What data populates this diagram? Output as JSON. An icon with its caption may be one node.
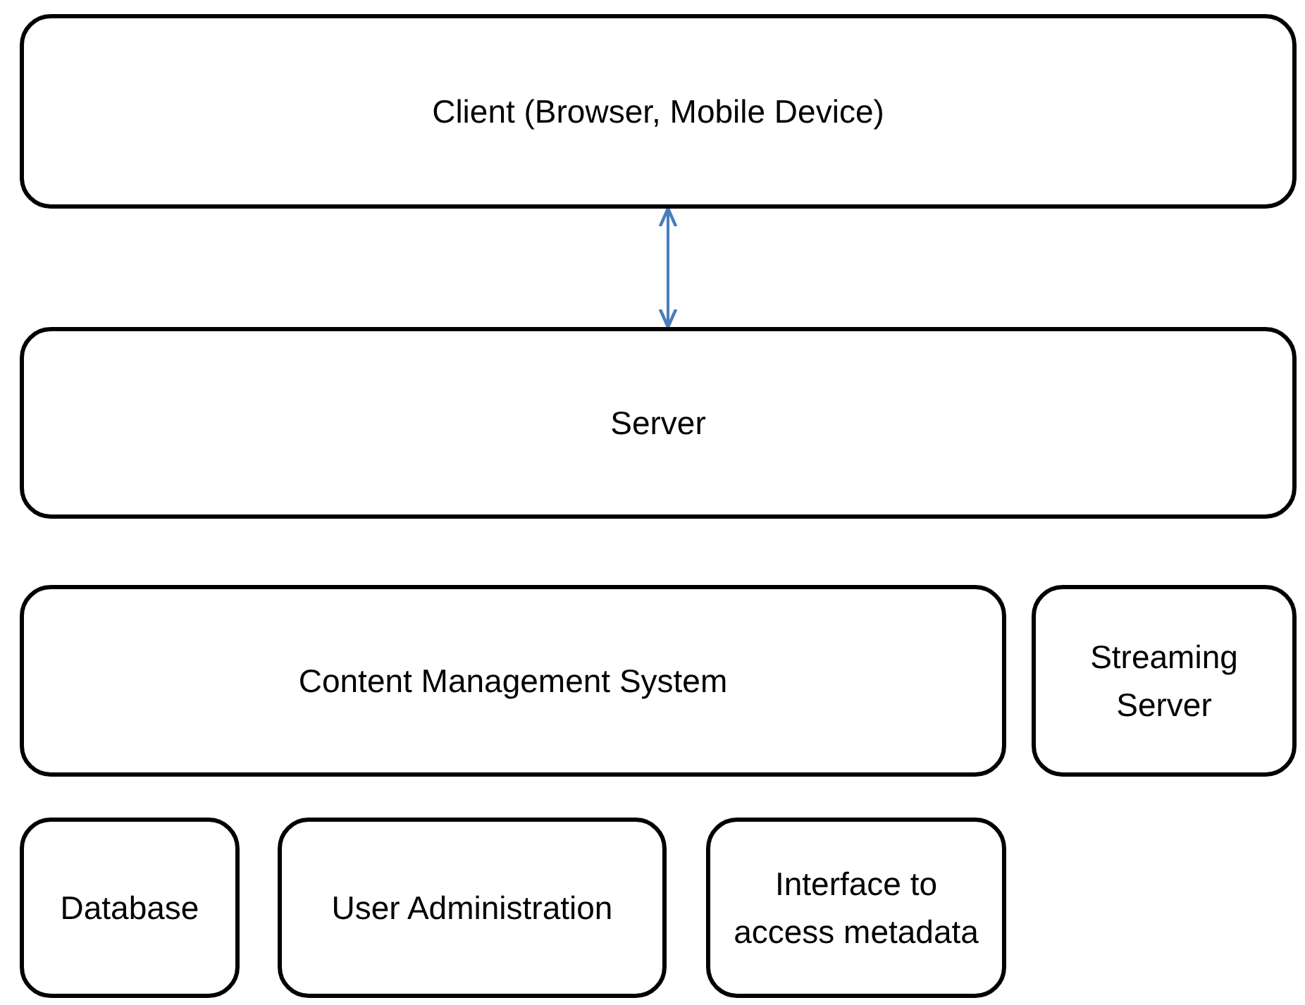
{
  "diagram": {
    "nodes": [
      {
        "text": [
          "Client (Browser, Mobile Device)"
        ]
      },
      {
        "text": [
          "Server"
        ]
      },
      {
        "text": [
          "Content Management System"
        ]
      },
      {
        "text": [
          "Streaming Server"
        ]
      },
      {
        "text": [
          "Database"
        ]
      },
      {
        "text": [
          "User Administration"
        ]
      },
      {
        "text": [
          "Interface to access metadata"
        ]
      }
    ],
    "edges": [
      {
        "from": 0,
        "to": 1,
        "arrow": "both"
      }
    ]
  }
}
